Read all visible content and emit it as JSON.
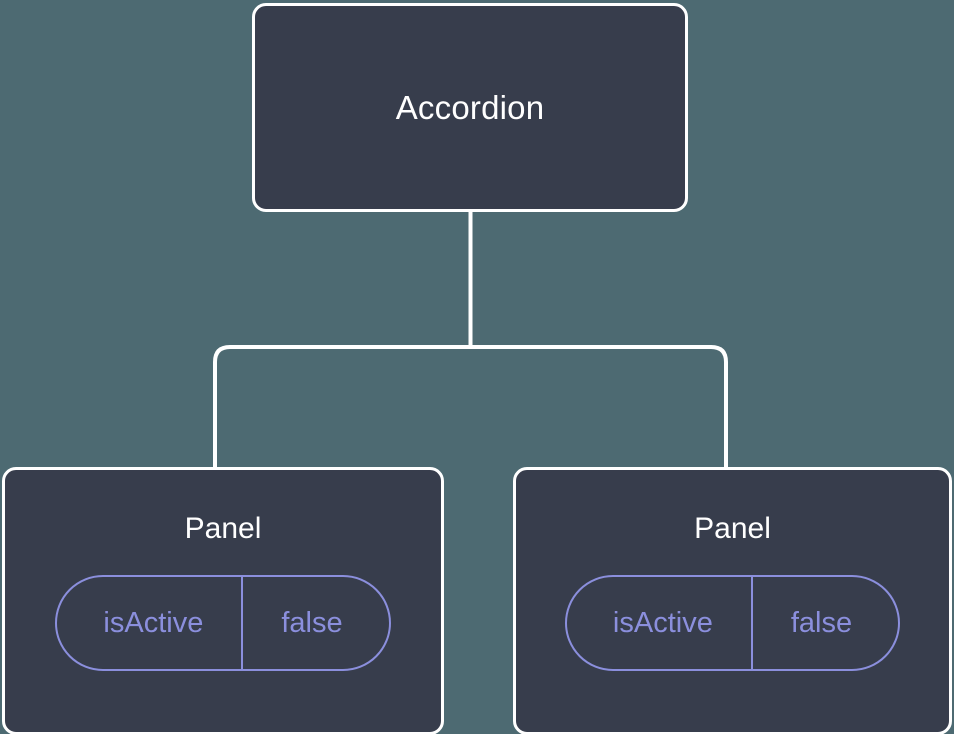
{
  "canvas": {
    "background_color": "#4d6a72",
    "node_fill_color": "#373d4c",
    "node_border_color": "#ffffff",
    "edge_color": "#ffffff",
    "prop_accent_color": "#8b8fdd"
  },
  "tree": {
    "root": {
      "title": "Accordion"
    },
    "children": [
      {
        "title": "Panel",
        "prop": {
          "key": "isActive",
          "value": "false"
        }
      },
      {
        "title": "Panel",
        "prop": {
          "key": "isActive",
          "value": "false"
        }
      }
    ]
  }
}
